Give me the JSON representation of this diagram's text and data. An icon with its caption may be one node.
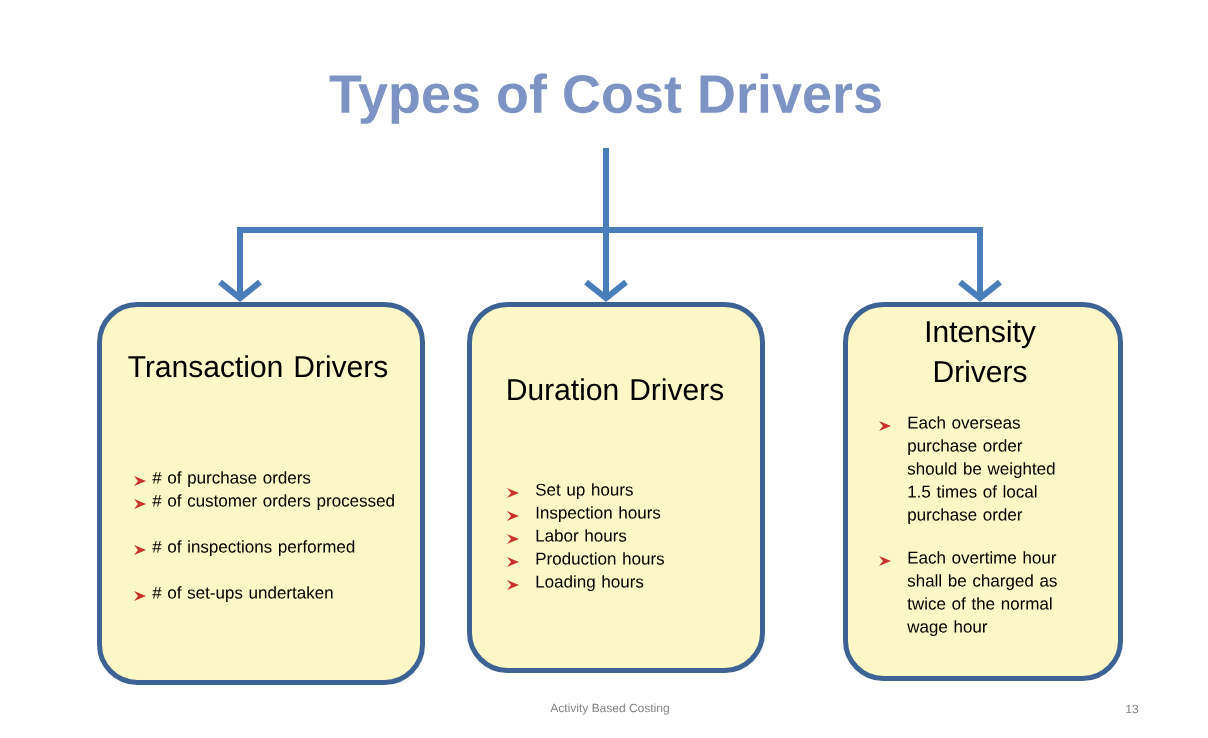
{
  "diagram": {
    "title": "Types of Cost Drivers",
    "nodes": [
      {
        "text": [
          "Transaction Drivers",
          "# of purchase orders",
          "# of customer orders processed",
          "# of inspections performed",
          "# of set-ups undertaken"
        ]
      },
      {
        "text": [
          "Duration Drivers",
          "Set up hours",
          "Inspection hours",
          "Labor hours",
          "Production hours",
          "Loading hours"
        ]
      },
      {
        "text": [
          "Intensity Drivers",
          "Each overseas purchase order should be weighted 1.5 times of local purchase order",
          "Each overtime hour shall be charged as twice of the normal wage hour"
        ]
      }
    ],
    "edges": [
      {
        "from": null,
        "to": 0,
        "arrow": "to"
      },
      {
        "from": null,
        "to": 1,
        "arrow": "to"
      },
      {
        "from": null,
        "to": 2,
        "arrow": "to"
      }
    ],
    "labels": [
      "Activity Based Costing",
      "13"
    ]
  }
}
